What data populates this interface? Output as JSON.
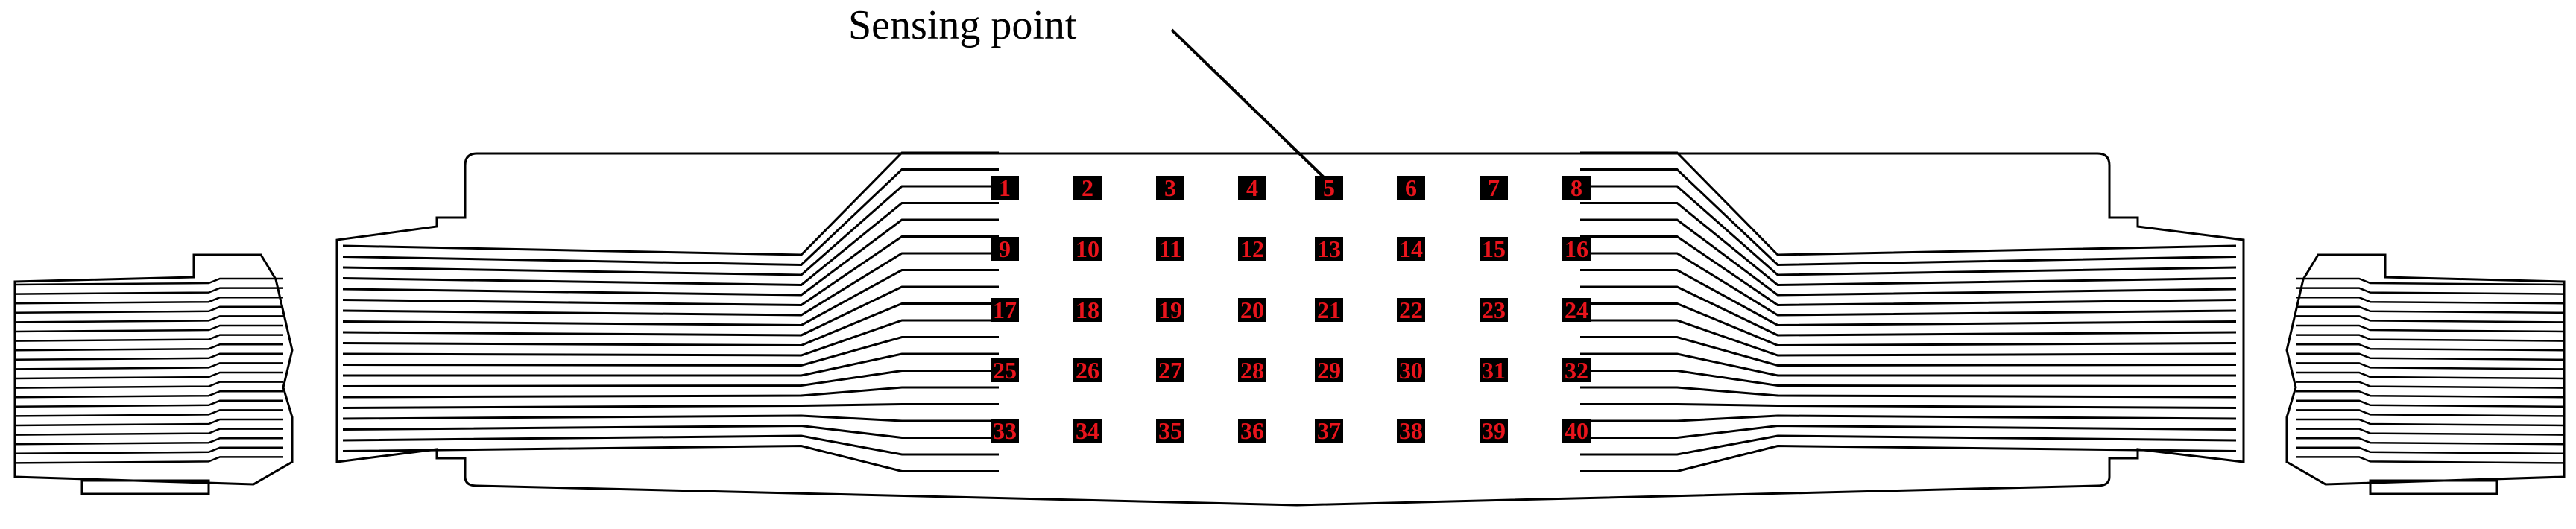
{
  "callout": {
    "label": "Sensing point"
  },
  "sensing_points": [
    {
      "label": "1"
    },
    {
      "label": "2"
    },
    {
      "label": "3"
    },
    {
      "label": "4"
    },
    {
      "label": "5"
    },
    {
      "label": "6"
    },
    {
      "label": "7"
    },
    {
      "label": "8"
    },
    {
      "label": "9"
    },
    {
      "label": "10"
    },
    {
      "label": "11"
    },
    {
      "label": "12"
    },
    {
      "label": "13"
    },
    {
      "label": "14"
    },
    {
      "label": "15"
    },
    {
      "label": "16"
    },
    {
      "label": "17"
    },
    {
      "label": "18"
    },
    {
      "label": "19"
    },
    {
      "label": "20"
    },
    {
      "label": "21"
    },
    {
      "label": "22"
    },
    {
      "label": "23"
    },
    {
      "label": "24"
    },
    {
      "label": "25"
    },
    {
      "label": "26"
    },
    {
      "label": "27"
    },
    {
      "label": "28"
    },
    {
      "label": "29"
    },
    {
      "label": "30"
    },
    {
      "label": "31"
    },
    {
      "label": "32"
    },
    {
      "label": "33"
    },
    {
      "label": "34"
    },
    {
      "label": "35"
    },
    {
      "label": "36"
    },
    {
      "label": "37"
    },
    {
      "label": "38"
    },
    {
      "label": "39"
    },
    {
      "label": "40"
    }
  ],
  "colors": {
    "pad_fill": "#000000",
    "label_color": "#e8141c",
    "line_color": "#000000"
  }
}
